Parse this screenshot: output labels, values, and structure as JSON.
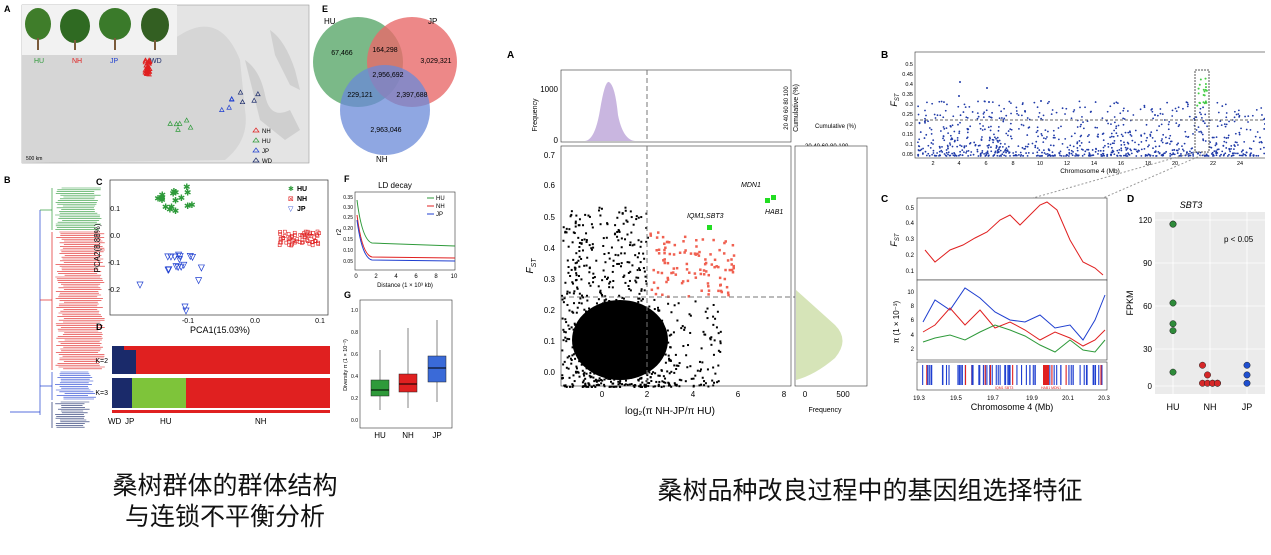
{
  "left_figure": {
    "panel_labels": {
      "a": "A",
      "b": "B",
      "c": "C",
      "d": "D",
      "e": "E",
      "f": "F",
      "g": "G"
    },
    "map": {
      "photo_legend": [
        "HU",
        "NH",
        "JP",
        "WD"
      ],
      "legend": [
        "NH",
        "HU",
        "JP",
        "WD"
      ],
      "scale_text": "500 km"
    },
    "venn": {
      "set_names": [
        "HU",
        "JP",
        "NH"
      ],
      "values": {
        "hu_only": "67,466",
        "jp_only": "3,029,321",
        "nh_only": "2,963,046",
        "hu_jp": "164,298",
        "hu_nh": "229,121",
        "jp_nh": "2,397,688",
        "all": "2,956,692"
      }
    },
    "pca": {
      "xlabel": "PCA1(15.03%)",
      "ylabel": "PCA2(8.88%)",
      "xticks": [
        "-0.1",
        "0.0",
        "0.1"
      ],
      "yticks": [
        "0.1",
        "0.0",
        "-0.1",
        "-0.2"
      ],
      "legend": [
        "HU",
        "NH",
        "JP"
      ]
    },
    "ld": {
      "title": "LD decay",
      "ylabel": "r2",
      "xlabel": "Distance (1 × 10³ kb)",
      "xticks": [
        "0",
        "2",
        "4",
        "6",
        "8",
        "10"
      ],
      "yticks": [
        "0.35",
        "0.30",
        "0.25",
        "0.20",
        "0.15",
        "0.10",
        "0.05"
      ],
      "legend": [
        "HU",
        "NH",
        "JP"
      ]
    },
    "structure": {
      "k_labels": [
        "K=2",
        "K=3"
      ],
      "group_labels": [
        "WD",
        "JP",
        "HU",
        "NH"
      ]
    },
    "diversity": {
      "ylabel": "Diversity π (1 × 10⁻²)",
      "yticks": [
        "1.0",
        "0.8",
        "0.6",
        "0.4",
        "0.2",
        "0.0"
      ],
      "groups": [
        "HU",
        "NH",
        "JP"
      ]
    }
  },
  "right_figure": {
    "panel_labels": {
      "a": "A",
      "b": "B",
      "c": "C",
      "d": "D"
    },
    "scatter": {
      "ylabel": "F",
      "ylabel_sub": "ST",
      "xlabel": "log₂(π NH-JP/π HU)",
      "yticks": [
        "0.7",
        "0.6",
        "0.5",
        "0.4",
        "0.3",
        "0.2",
        "0.1",
        "0.0"
      ],
      "xticks": [
        "0",
        "2",
        "4",
        "6",
        "8"
      ],
      "hist_top_ylabel": "Frequency",
      "hist_top_ytick": "1000",
      "hist_top_ytick0": "0",
      "cum_label": "Cumulative (%)",
      "cum_ticks": "20 40 60 80 100",
      "cum_label_right": "Cumulative (%)",
      "cum_ticks_bottom": "20 40 60 80 100",
      "hist_right_xticks": [
        "0",
        "500"
      ],
      "hist_right_xlabel": "Frequency",
      "gene_labels": [
        "MDN1",
        "HAB1",
        "IQM1,SBT3"
      ]
    },
    "manhattan": {
      "ylabel": "F",
      "ylabel_sub": "ST",
      "yticks": [
        "0.5",
        "0.45",
        "0.4",
        "0.35",
        "0.3",
        "0.25",
        "0.2",
        "0.15",
        "0.1",
        "0.05"
      ],
      "xticks": [
        "2",
        "4",
        "6",
        "8",
        "10",
        "12",
        "14",
        "16",
        "18",
        "20",
        "22",
        "24"
      ],
      "xlabel": "Chromosome 4 (Mb)"
    },
    "zoom": {
      "fst_ylabel": "F",
      "fst_ylabel_sub": "ST",
      "fst_yticks": [
        "0.5",
        "0.4",
        "0.3",
        "0.2",
        "0.1"
      ],
      "pi_ylabel": "π (1 × 10⁻³)",
      "pi_yticks": [
        "10",
        "8",
        "6",
        "4",
        "2"
      ],
      "xticks": [
        "19.3",
        "19.5",
        "19.7",
        "19.9",
        "20.1",
        "20.3"
      ],
      "xlabel": "Chromosome 4 (Mb)",
      "gene_small_labels": [
        "IQM1 SBT3",
        "HAB1 MDN1"
      ]
    },
    "fpkm": {
      "title": "SBT3",
      "ylabel": "FPKM",
      "yticks": [
        "120",
        "90",
        "60",
        "30",
        "0"
      ],
      "pvalue": "p < 0.05",
      "groups": [
        "HU",
        "NH",
        "JP"
      ],
      "chart_data": {
        "type": "scatter",
        "title": "SBT3",
        "ylabel": "FPKM",
        "categories": [
          "HU",
          "NH",
          "JP"
        ],
        "ylim": [
          0,
          125
        ],
        "series": [
          {
            "name": "HU",
            "values": [
              117,
              117,
              60,
              45,
              40,
              10
            ],
            "color": "#2e8b3a"
          },
          {
            "name": "NH",
            "values": [
              15,
              8,
              2,
              2,
              2,
              2,
              2,
              2
            ],
            "color": "#d62728"
          },
          {
            "name": "JP",
            "values": [
              15,
              8,
              2
            ],
            "color": "#1f4fd0"
          }
        ]
      }
    }
  },
  "captions": {
    "left_line1": "桑树群体的群体结构",
    "left_line2": "与连锁不平衡分析",
    "right": "桑树品种改良过程中的基因组选择特征"
  },
  "colors": {
    "hu": "#2e9a3a",
    "nh": "#e02020",
    "jp": "#1f3fd0",
    "wd": "#1a2a6a",
    "fst_points": "#1f3aa8",
    "selected": "#f06050",
    "hist_purple": "#c9b6e0",
    "hist_green": "#d6e4b8"
  }
}
